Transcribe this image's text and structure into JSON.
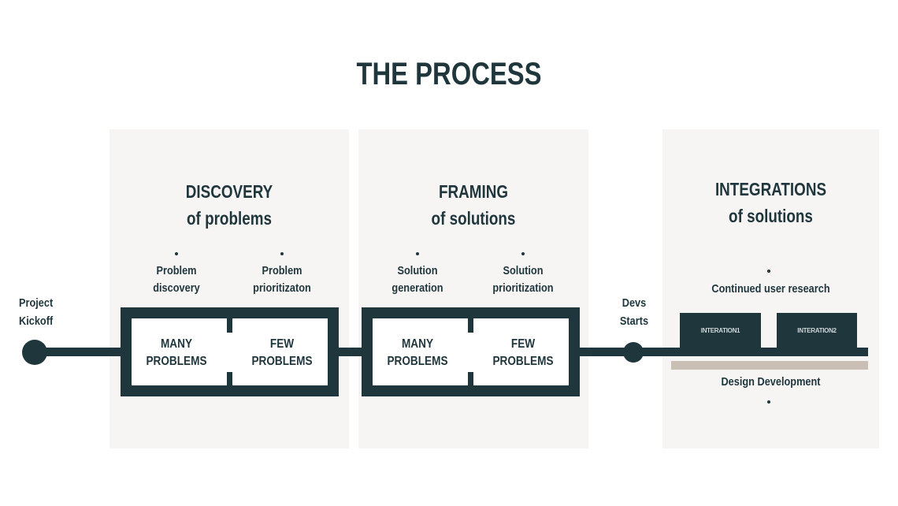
{
  "title": "THE PROCESS",
  "start": {
    "label_line1": "Project",
    "label_line2": "Kickoff"
  },
  "devs": {
    "label_line1": "Devs",
    "label_line2": "Starts"
  },
  "phases": [
    {
      "title": "DISCOVERY",
      "subtitle": "of problems",
      "steps": [
        {
          "line1": "Problem",
          "line2": "discovery",
          "box1": "MANY",
          "box2": "PROBLEMS"
        },
        {
          "line1": "Problem",
          "line2": "prioritizaton",
          "box1": "FEW",
          "box2": "PROBLEMS"
        }
      ]
    },
    {
      "title": "FRAMING",
      "subtitle": "of solutions",
      "steps": [
        {
          "line1": "Solution",
          "line2": "generation",
          "box1": "MANY",
          "box2": "PROBLEMS"
        },
        {
          "line1": "Solution",
          "line2": "prioritization",
          "box1": "FEW",
          "box2": "PROBLEMS"
        }
      ]
    },
    {
      "title": "INTEGRATIONS",
      "subtitle": "of solutions",
      "research": "Continued user research",
      "iterations": [
        "INTERATION1",
        "INTERATION2"
      ],
      "design": "Design Development"
    }
  ],
  "colors": {
    "dark": "#1f363d",
    "panel": "#f6f5f3",
    "bar": "#c9bfb5"
  }
}
